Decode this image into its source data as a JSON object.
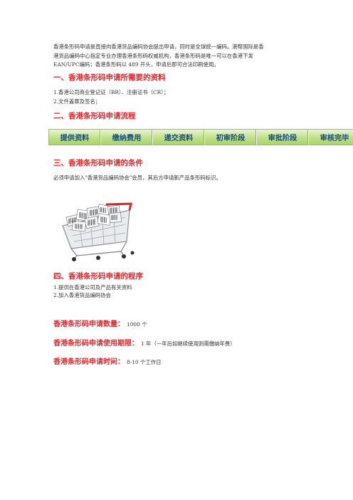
{
  "intro": {
    "line1": "香港条形码申请是直接向香港货品编码协会提出申请，同时是全球统一编码。港帮国际是香",
    "line2": "港货品编码中心指定专业办理香港条形码权威机构，香港条形码是唯一可以在香港下发",
    "line3": "EAN/UPC编码；香港条形码以 489 开头，申请后即可合法印刷使用。"
  },
  "section1": {
    "title": "一、香港条形码申请所需要的资料",
    "items": [
      "1.香港公司商业登记证（BR）、注册证书（CR）；",
      "2.文件盖章及签名；"
    ]
  },
  "section2": {
    "title": "二、香港条形码申请流程",
    "steps": [
      "提供资料",
      "缴纳费用",
      "递交资料",
      "初审阶段",
      "审批阶段",
      "审核完毕"
    ]
  },
  "section3": {
    "title": "三、香港条形码申请的条件",
    "text": "必须申请加入\"香港货品编码协会\"会员，其后方申请新产品条形码标识。"
  },
  "section4": {
    "title": "四、香港条形码申请的程序",
    "items": [
      "1.提供在香港公司及产品有关资料",
      "2.加入香港货品编码协会"
    ]
  },
  "facts": [
    {
      "label": "香港条形码申请数量：",
      "value": "1000 个"
    },
    {
      "label": "香港条形码申请使用期限：",
      "value": "1 年（一年后如继续使用则需缴纳年费）"
    },
    {
      "label": "香港条形码申请时间：",
      "value": "8-10 个工作日"
    }
  ],
  "colors": {
    "heading": "#e8252b",
    "step_text": "#174a86",
    "step_bg": "#bfe08a"
  }
}
